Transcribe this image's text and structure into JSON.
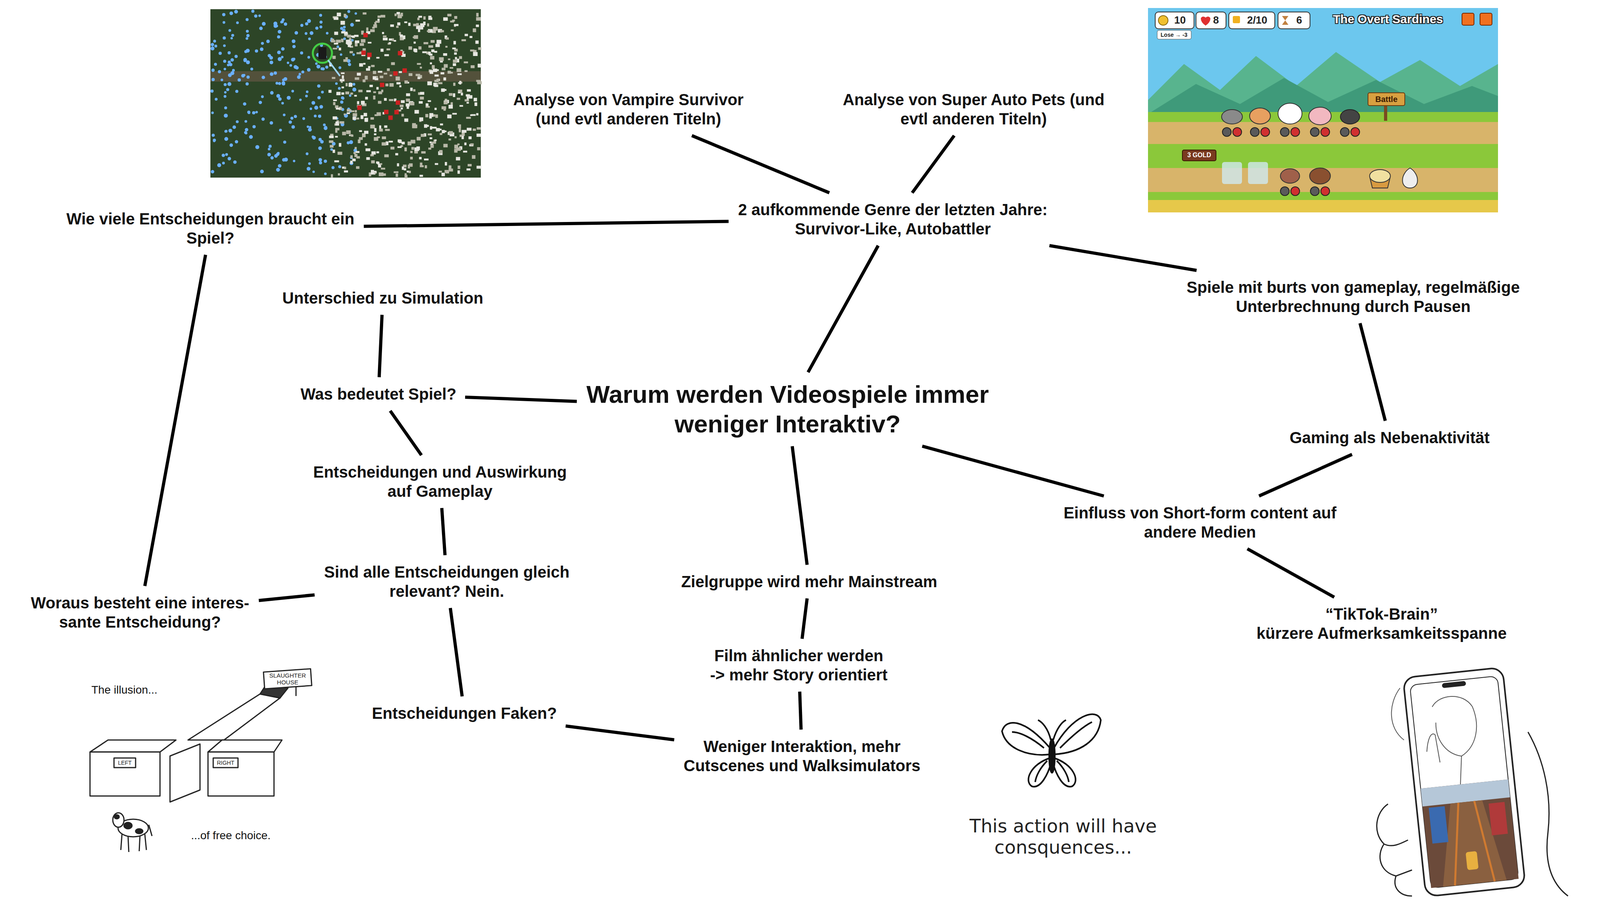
{
  "diagram": {
    "nodes": [
      {
        "text": [
          "Warum werden Videospiele immer weniger Interaktiv?"
        ]
      },
      {
        "text": [
          "2 aufkommende Genre der letzten Jahre: Survivor-Like, Autobattler"
        ]
      },
      {
        "text": [
          "Analyse von Vampire Survivor (und evtl anderen Titeln)"
        ]
      },
      {
        "text": [
          "Analyse von Super Auto Pets (und evtl anderen Titeln)"
        ]
      },
      {
        "text": [
          "Wie viele Entscheidungen braucht ein Spiel?"
        ]
      },
      {
        "text": [
          "Spiele mit burts von gameplay, regelmäßige Unterbrechnung durch Pausen"
        ]
      },
      {
        "text": [
          "Gaming als Nebenaktivität"
        ]
      },
      {
        "text": [
          "Einfluss von Short-form content auf andere Medien"
        ]
      },
      {
        "text": [
          "“TikTok-Brain”",
          "kürzere Aufmerksamkeitsspanne"
        ]
      },
      {
        "text": [
          "Was bedeutet Spiel?"
        ]
      },
      {
        "text": [
          "Unterschied zu Simulation"
        ]
      },
      {
        "text": [
          "Entscheidungen und Auswirkung auf Gameplay"
        ]
      },
      {
        "text": [
          "Sind alle Entscheidungen gleich relevant? Nein."
        ]
      },
      {
        "text": [
          "Woraus besteht eine interes- sante Entscheidung?"
        ]
      },
      {
        "text": [
          "Entscheidungen Faken?"
        ]
      },
      {
        "text": [
          "Zielgruppe wird mehr Mainstream"
        ]
      },
      {
        "text": [
          "Film ähnlicher werden",
          "-> mehr Story orientiert"
        ]
      },
      {
        "text": [
          "Weniger Interaktion, mehr Cutscenes und Walksimulators"
        ]
      }
    ],
    "edges": [
      {
        "from": 0,
        "to": 1,
        "arrow": "none"
      },
      {
        "from": 1,
        "to": 2,
        "arrow": "none"
      },
      {
        "from": 1,
        "to": 3,
        "arrow": "none"
      },
      {
        "from": 1,
        "to": 4,
        "arrow": "none"
      },
      {
        "from": 1,
        "to": 5,
        "arrow": "none"
      },
      {
        "from": 5,
        "to": 6,
        "arrow": "none"
      },
      {
        "from": 6,
        "to": 7,
        "arrow": "none"
      },
      {
        "from": 0,
        "to": 7,
        "arrow": "none"
      },
      {
        "from": 7,
        "to": 8,
        "arrow": "none"
      },
      {
        "from": 0,
        "to": 9,
        "arrow": "none"
      },
      {
        "from": 9,
        "to": 10,
        "arrow": "none"
      },
      {
        "from": 9,
        "to": 11,
        "arrow": "none"
      },
      {
        "from": 11,
        "to": 12,
        "arrow": "none"
      },
      {
        "from": 12,
        "to": 13,
        "arrow": "none"
      },
      {
        "from": 4,
        "to": 13,
        "arrow": "none"
      },
      {
        "from": 12,
        "to": 14,
        "arrow": "none"
      },
      {
        "from": 14,
        "to": 17,
        "arrow": "none"
      },
      {
        "from": 0,
        "to": 15,
        "arrow": "none"
      },
      {
        "from": 15,
        "to": 16,
        "arrow": "none"
      },
      {
        "from": 16,
        "to": 17,
        "arrow": "none"
      }
    ],
    "labels": [
      "The illusion...",
      "...of free choice.",
      "LEFT",
      "RIGHT",
      "SLAUGHTER HOUSE",
      "This action will have consquences...",
      "10",
      "8",
      "2/10",
      "6",
      "The Overt Sardines",
      "Battle",
      "3 GOLD",
      "Lose → -3"
    ]
  }
}
